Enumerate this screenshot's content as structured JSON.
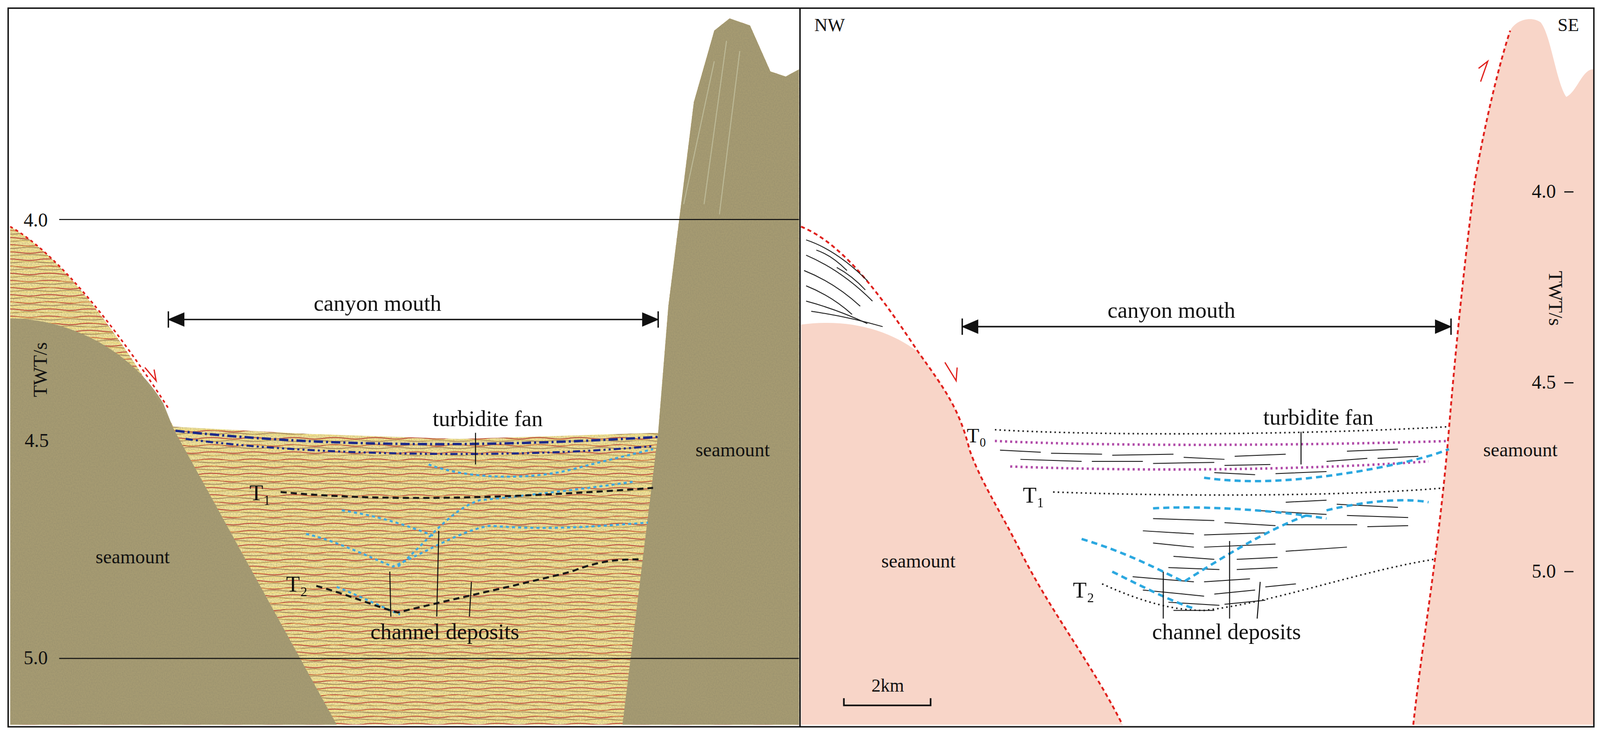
{
  "diagram": {
    "labels": [
      "4.0",
      "TWT/s",
      "canyon mouth",
      "4.5",
      "turbidite fan",
      "seamount",
      "T₁",
      "seamount",
      "T₂",
      "channel deposits",
      "5.0",
      "NW",
      "SE",
      "4.0",
      "TWT/s",
      "canyon mouth",
      "4.5",
      "T₀",
      "turbidite fan",
      "seamount",
      "T₁",
      "seamount",
      "5.0",
      "T₂",
      "channel deposits",
      "2km"
    ]
  }
}
